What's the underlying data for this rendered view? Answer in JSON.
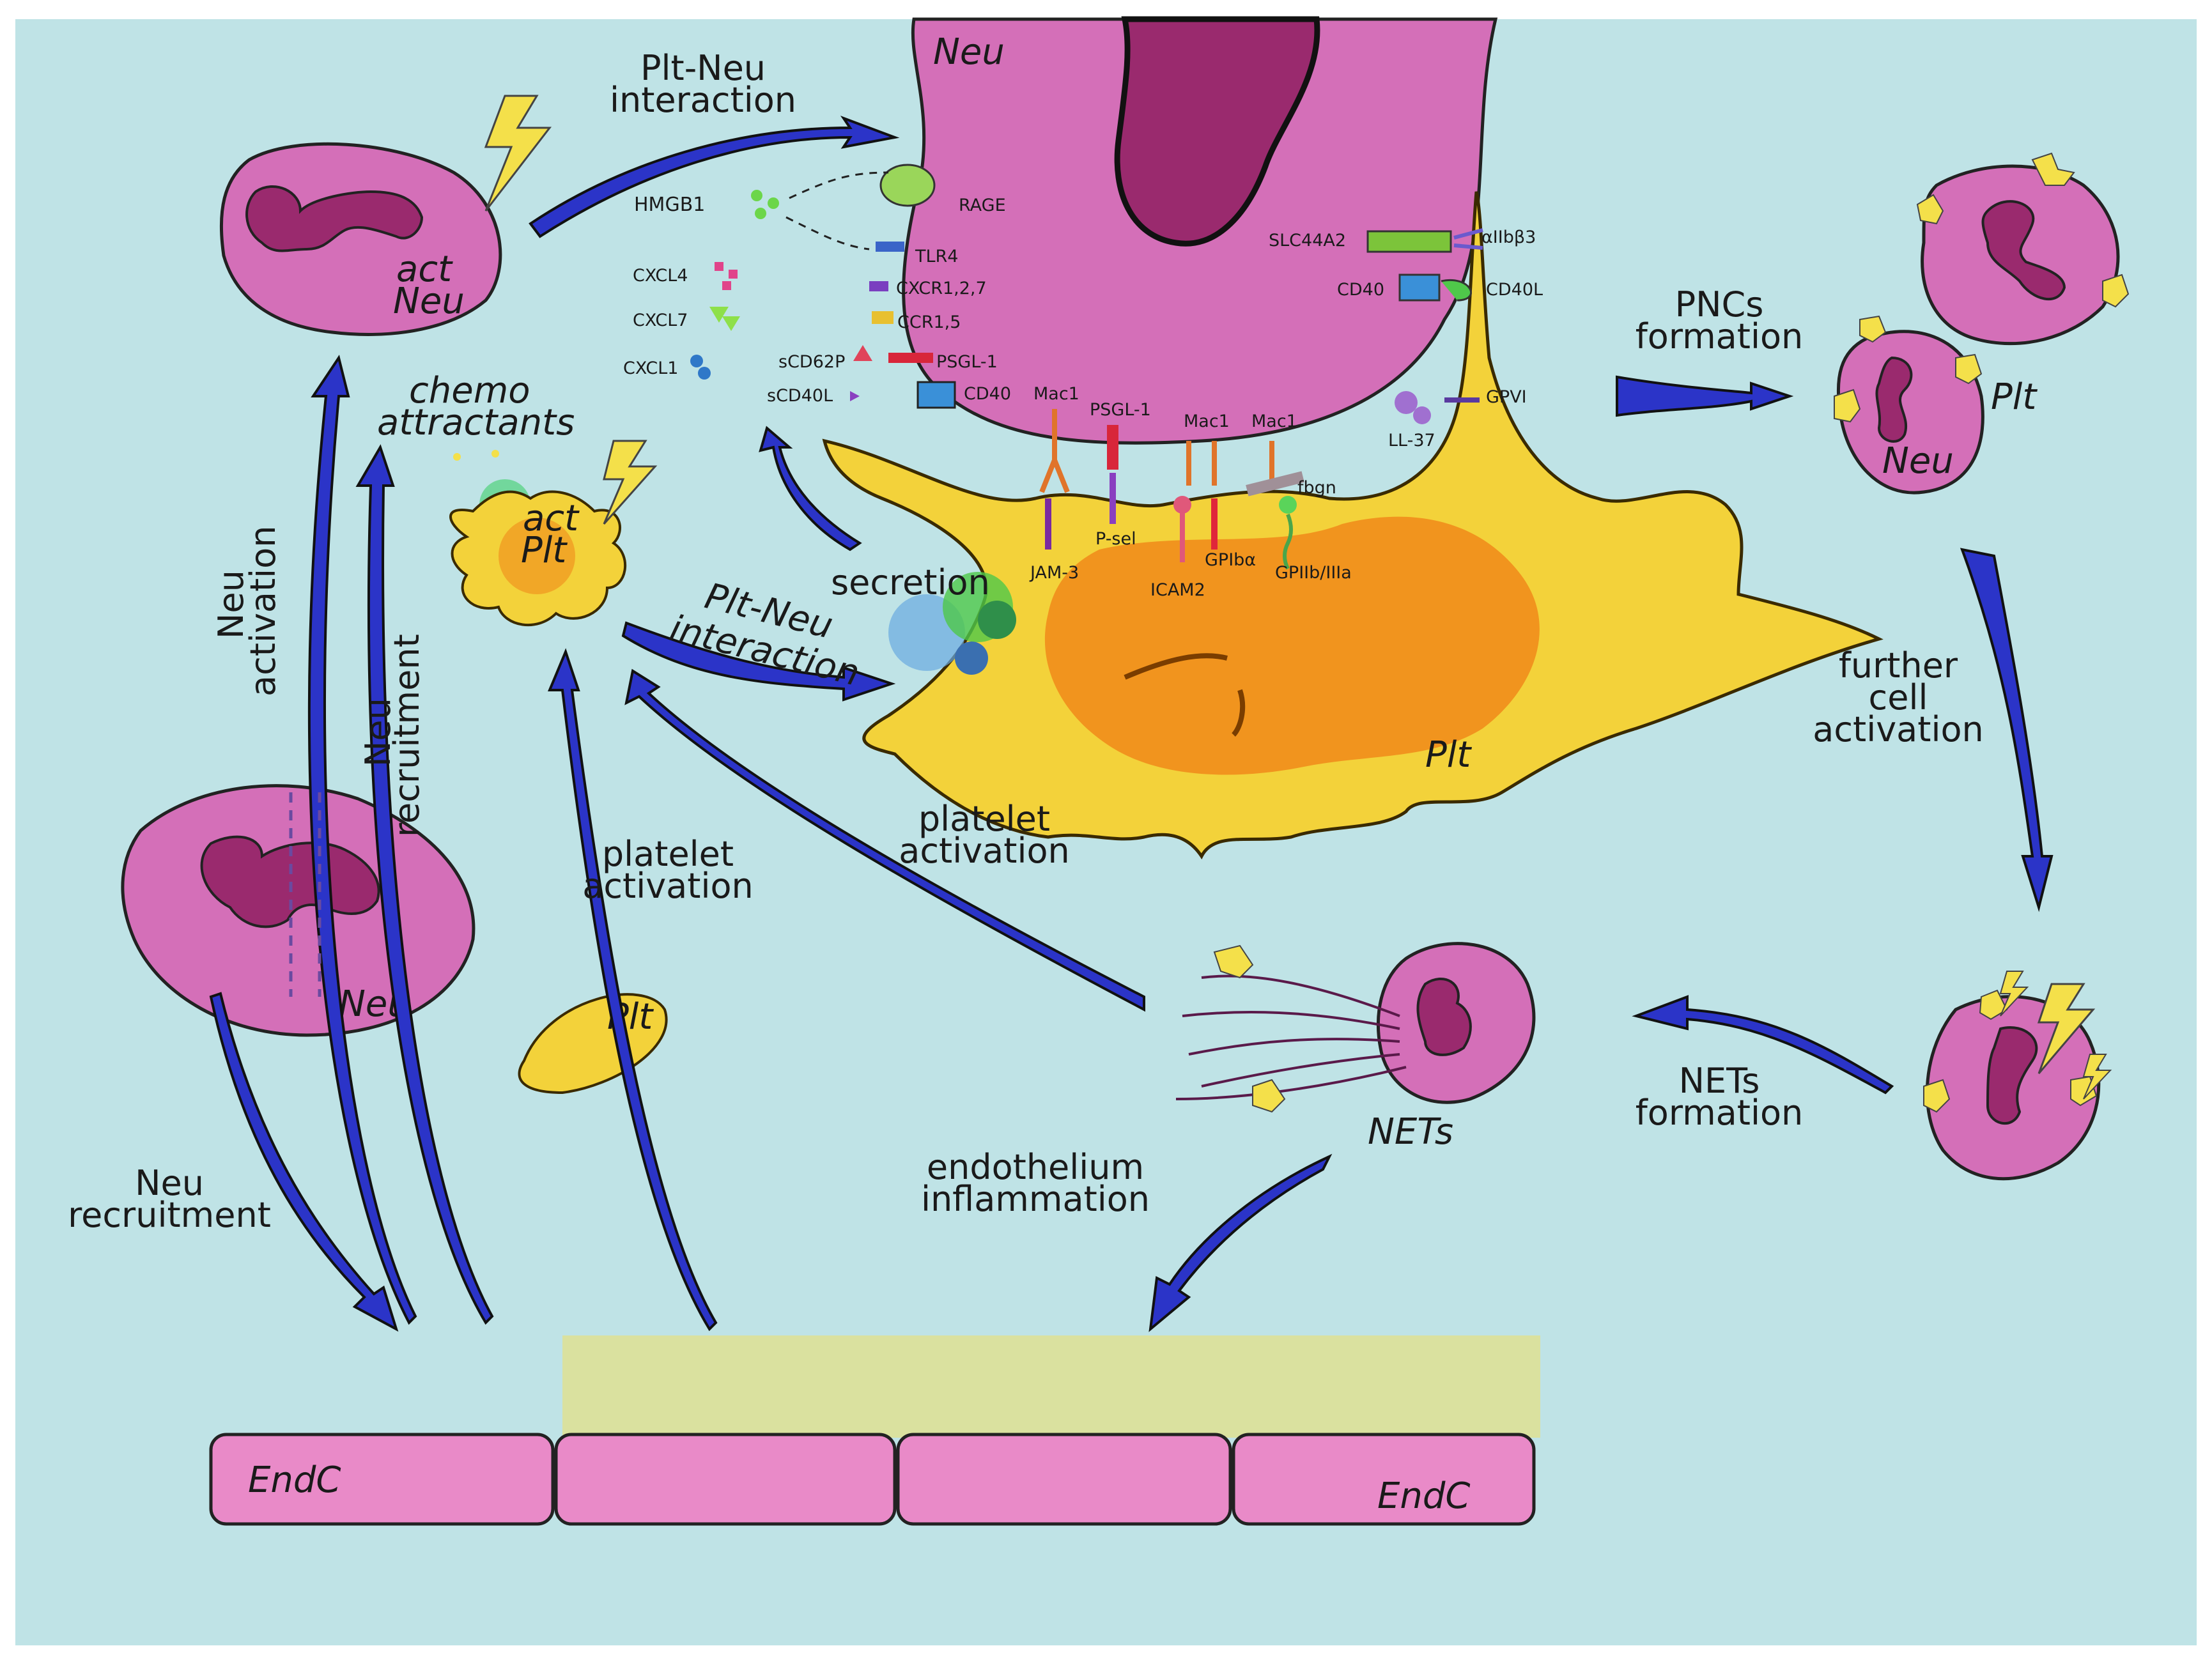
{
  "colors": {
    "background": "#bfe3e6",
    "arrow": "#2b34c8",
    "neutrophil": "#d46fb8",
    "nucleus": "#9a2a6e",
    "platelet": "#f3d23a",
    "platelet_core": "#f08a1a",
    "endothelium": "#e98ac8",
    "lightning": "#f4e04a"
  },
  "labels": {
    "plt_neu_interaction_top": [
      "Plt-Neu",
      "interaction"
    ],
    "plt_neu_interaction_mid": [
      "Plt-Neu",
      "interaction"
    ],
    "chemo_attractants": [
      "chemo",
      "attractants"
    ],
    "secretion": "secretion",
    "neu_activation": [
      "Neu",
      "activation"
    ],
    "neu_recruitment_vertical": [
      "Neu",
      "recruitment"
    ],
    "neu_recruitment_bottom": [
      "Neu",
      "recruitment"
    ],
    "platelet_activation_left": [
      "platelet",
      "activation"
    ],
    "platelet_activation_mid": [
      "platelet",
      "activation"
    ],
    "endothelium_inflammation": [
      "endothelium",
      "inflammation"
    ],
    "pncs_formation": [
      "PNCs",
      "formation"
    ],
    "further_cell_activation": [
      "further",
      "cell",
      "activation"
    ],
    "nets_formation": [
      "NETs",
      "formation"
    ]
  },
  "cells": {
    "act_neu": [
      "act",
      "Neu"
    ],
    "neu_big": "Neu",
    "neu_left": "Neu",
    "act_plt": [
      "act",
      "Plt"
    ],
    "plt_small": "Plt",
    "plt_big": "Plt",
    "pnc_plt": "Plt",
    "pnc_neu": "Neu",
    "nets": "NETs",
    "endc_left": "EndC",
    "endc_right": "EndC"
  },
  "molecules": {
    "hmgb1": "HMGB1",
    "rage": "RAGE",
    "tlr4": "TLR4",
    "cxcl4": "CXCL4",
    "cxcr": "CXCR1,2,7",
    "cxcl7": "CXCL7",
    "ccr": "CCR1,5",
    "cxcl1": "CXCL1",
    "scd62p": "sCD62P",
    "psgl1_a": "PSGL-1",
    "scd40l": "sCD40L",
    "cd40_a": "CD40",
    "mac1_a": "Mac1",
    "psgl1_b": "PSGL-1",
    "mac1_b": "Mac1",
    "mac1_c": "Mac1",
    "slc44a2": "SLC44A2",
    "aiib3": "αIIbβ3",
    "cd40_b": "CD40",
    "cd40l": "CD40L",
    "gpvi": "GPVI",
    "ll37": "LL-37",
    "fbgn": "fbgn",
    "jam3": "JAM-3",
    "psel": "P-sel",
    "icam2": "ICAM2",
    "gpiba": "GPIbα",
    "gpiib": "GPIIb/IIIa"
  }
}
